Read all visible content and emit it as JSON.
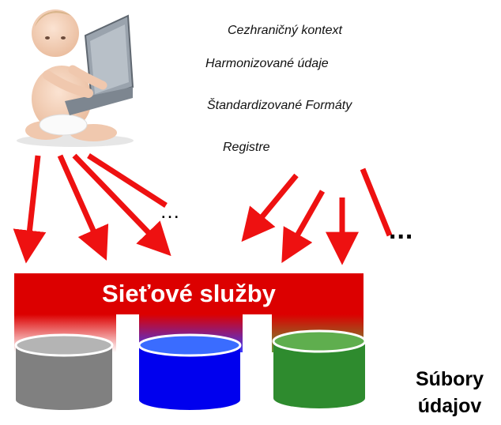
{
  "context_labels": [
    "Cezhraničný kontext",
    "Harmonizované údaje",
    "Štandardizované Formáty",
    "Registre"
  ],
  "ellipsis_left": "…",
  "ellipsis_right": "...",
  "services_label": "Sieťové služby",
  "datasets_label_line1": "Súbory",
  "datasets_label_line2": "údajov",
  "colors": {
    "arrow": "#ee1111",
    "banner": "#dc0000",
    "db_gray": "#808080",
    "db_blue": "#0000ee",
    "db_green": "#2e8b2e"
  },
  "icons": {
    "user": "baby-with-laptop-icon",
    "databases": [
      "gray-database-icon",
      "blue-database-icon",
      "green-database-icon"
    ]
  }
}
